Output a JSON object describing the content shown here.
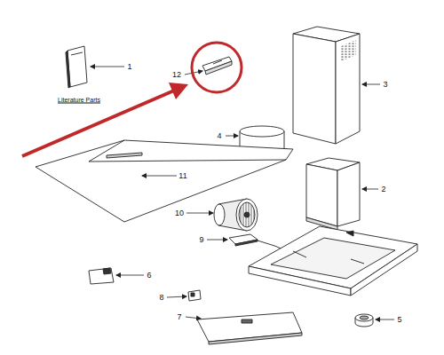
{
  "diagram": {
    "labels": [
      "1",
      "Literature Parts",
      "12",
      "3",
      "4",
      "11",
      "2",
      "10",
      "9",
      "6",
      "8",
      "7",
      "5"
    ]
  }
}
